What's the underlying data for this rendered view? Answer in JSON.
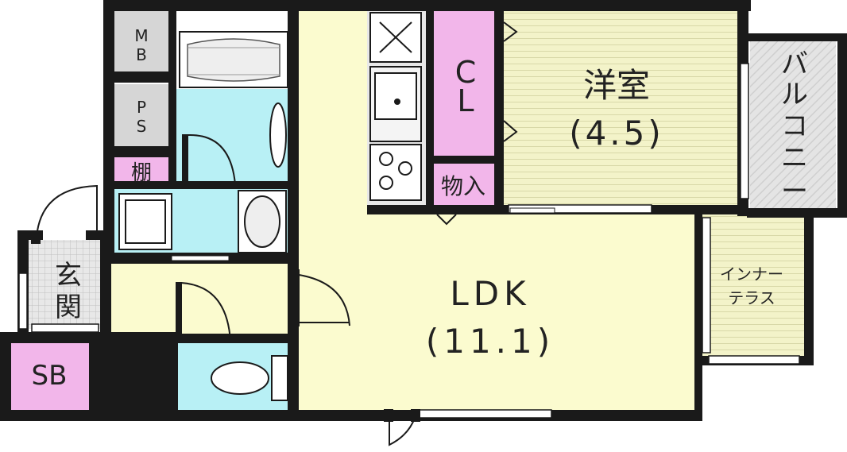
{
  "rooms": {
    "ldk_name": "LDK",
    "ldk_size": "(11.1)",
    "western_name": "洋室",
    "western_size": "(4.5)",
    "closet_c": "C",
    "closet_l": "L",
    "storage": "物入",
    "mb_m": "M",
    "mb_b": "B",
    "ps_p": "P",
    "ps_s": "S",
    "shelf": "棚",
    "entrance_1": "玄",
    "entrance_2": "関",
    "sb": "SB",
    "balcony_chars": [
      "バ",
      "ル",
      "コ",
      "ニ",
      "ー"
    ],
    "inner_terrace_1": "インナー",
    "inner_terrace_2": "テラス"
  },
  "colors": {
    "wall": "#1a1a1a",
    "ldk": "#fbfbcf",
    "western": "#f3f3c9",
    "wet": "#b8f0f5",
    "closet": "#f2b6ea",
    "utility": "#d6d6d6",
    "terrace": "#f3f3c9"
  }
}
